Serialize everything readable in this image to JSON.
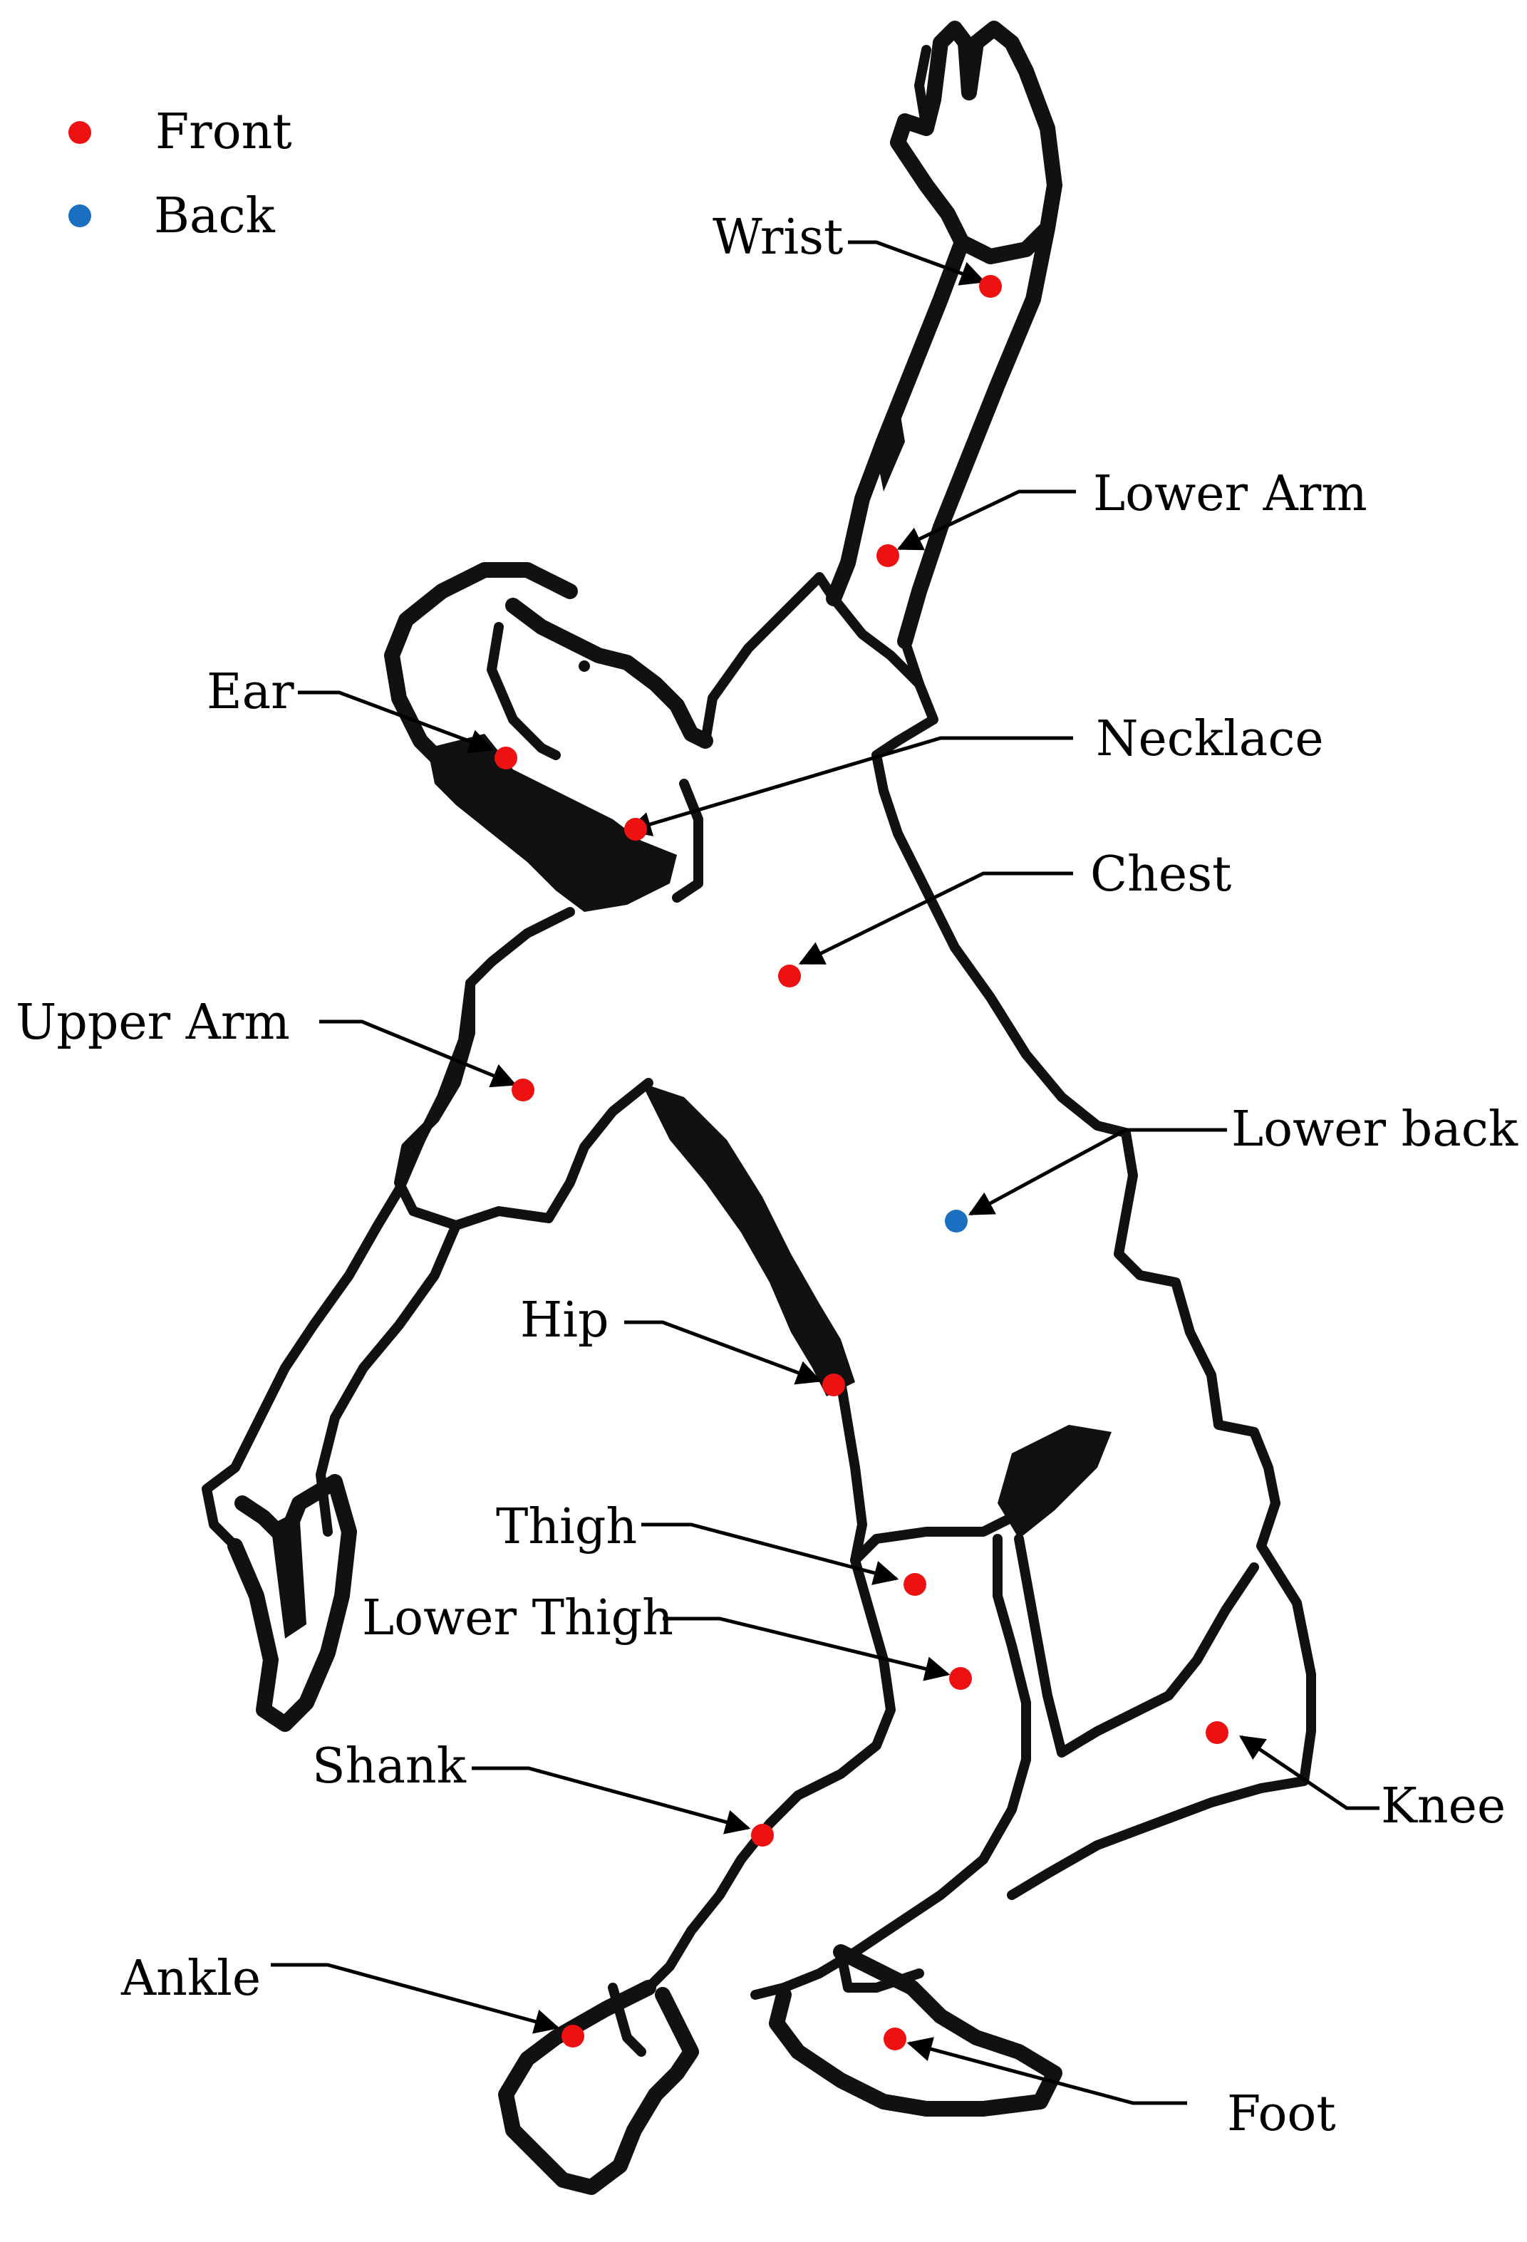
{
  "legend": {
    "front_label": "Front",
    "back_label": "Back"
  },
  "colors": {
    "front": "#ee1111",
    "back": "#1a6fc0",
    "outline": "#111111"
  },
  "labels": {
    "wrist": "Wrist",
    "lower_arm": "Lower Arm",
    "ear": "Ear",
    "necklace": "Necklace",
    "chest": "Chest",
    "upper_arm": "Upper Arm",
    "lower_back": "Lower back",
    "hip": "Hip",
    "thigh": "Thigh",
    "lower_thigh": "Lower Thigh",
    "knee": "Knee",
    "shank": "Shank",
    "ankle": "Ankle",
    "foot": "Foot"
  }
}
